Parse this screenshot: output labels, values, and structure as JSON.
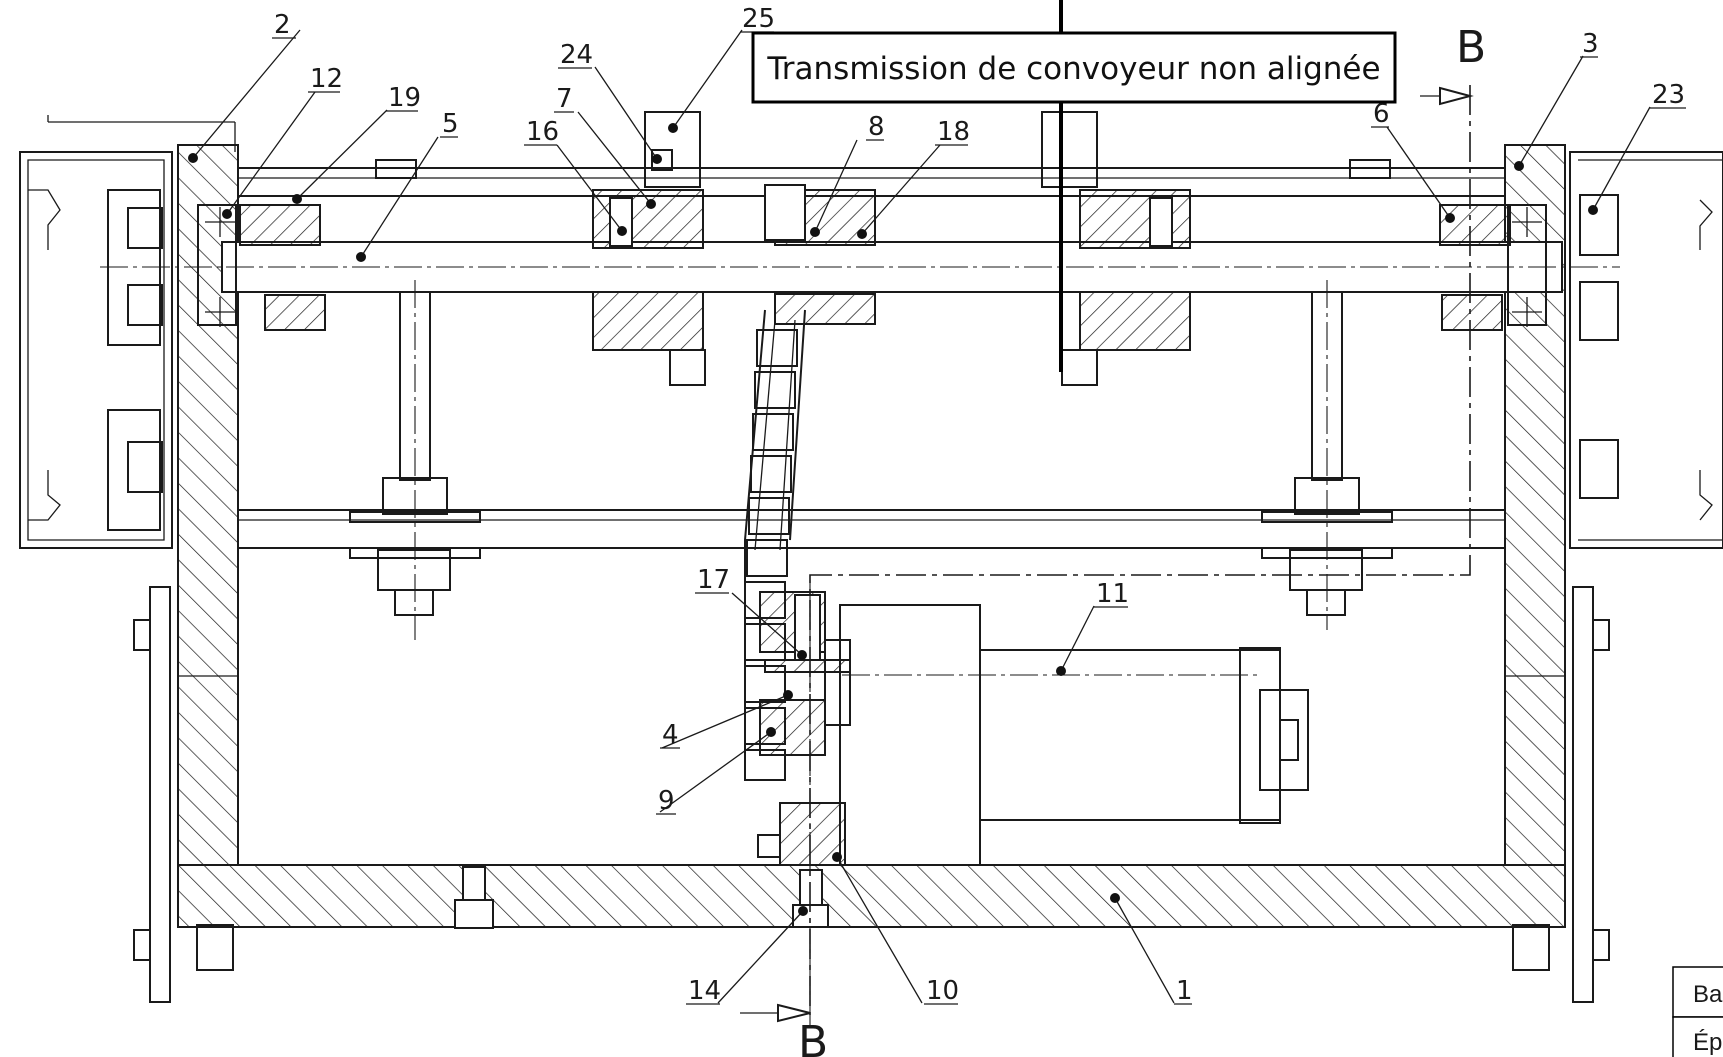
{
  "callout": {
    "text": "Transmission de convoyeur non alignée"
  },
  "section": {
    "label": "B"
  },
  "balloons": [
    {
      "id": "1",
      "label": "1"
    },
    {
      "id": "2",
      "label": "2"
    },
    {
      "id": "3",
      "label": "3"
    },
    {
      "id": "4",
      "label": "4"
    },
    {
      "id": "5",
      "label": "5"
    },
    {
      "id": "6",
      "label": "6"
    },
    {
      "id": "7",
      "label": "7"
    },
    {
      "id": "8",
      "label": "8"
    },
    {
      "id": "9",
      "label": "9"
    },
    {
      "id": "10",
      "label": "10"
    },
    {
      "id": "11",
      "label": "11"
    },
    {
      "id": "12",
      "label": "12"
    },
    {
      "id": "14",
      "label": "14"
    },
    {
      "id": "16",
      "label": "16"
    },
    {
      "id": "17",
      "label": "17"
    },
    {
      "id": "18",
      "label": "18"
    },
    {
      "id": "19",
      "label": "19"
    },
    {
      "id": "23",
      "label": "23"
    },
    {
      "id": "24",
      "label": "24"
    },
    {
      "id": "25",
      "label": "25"
    }
  ],
  "title_block": {
    "row1": "Ba",
    "row2": "Ép"
  }
}
